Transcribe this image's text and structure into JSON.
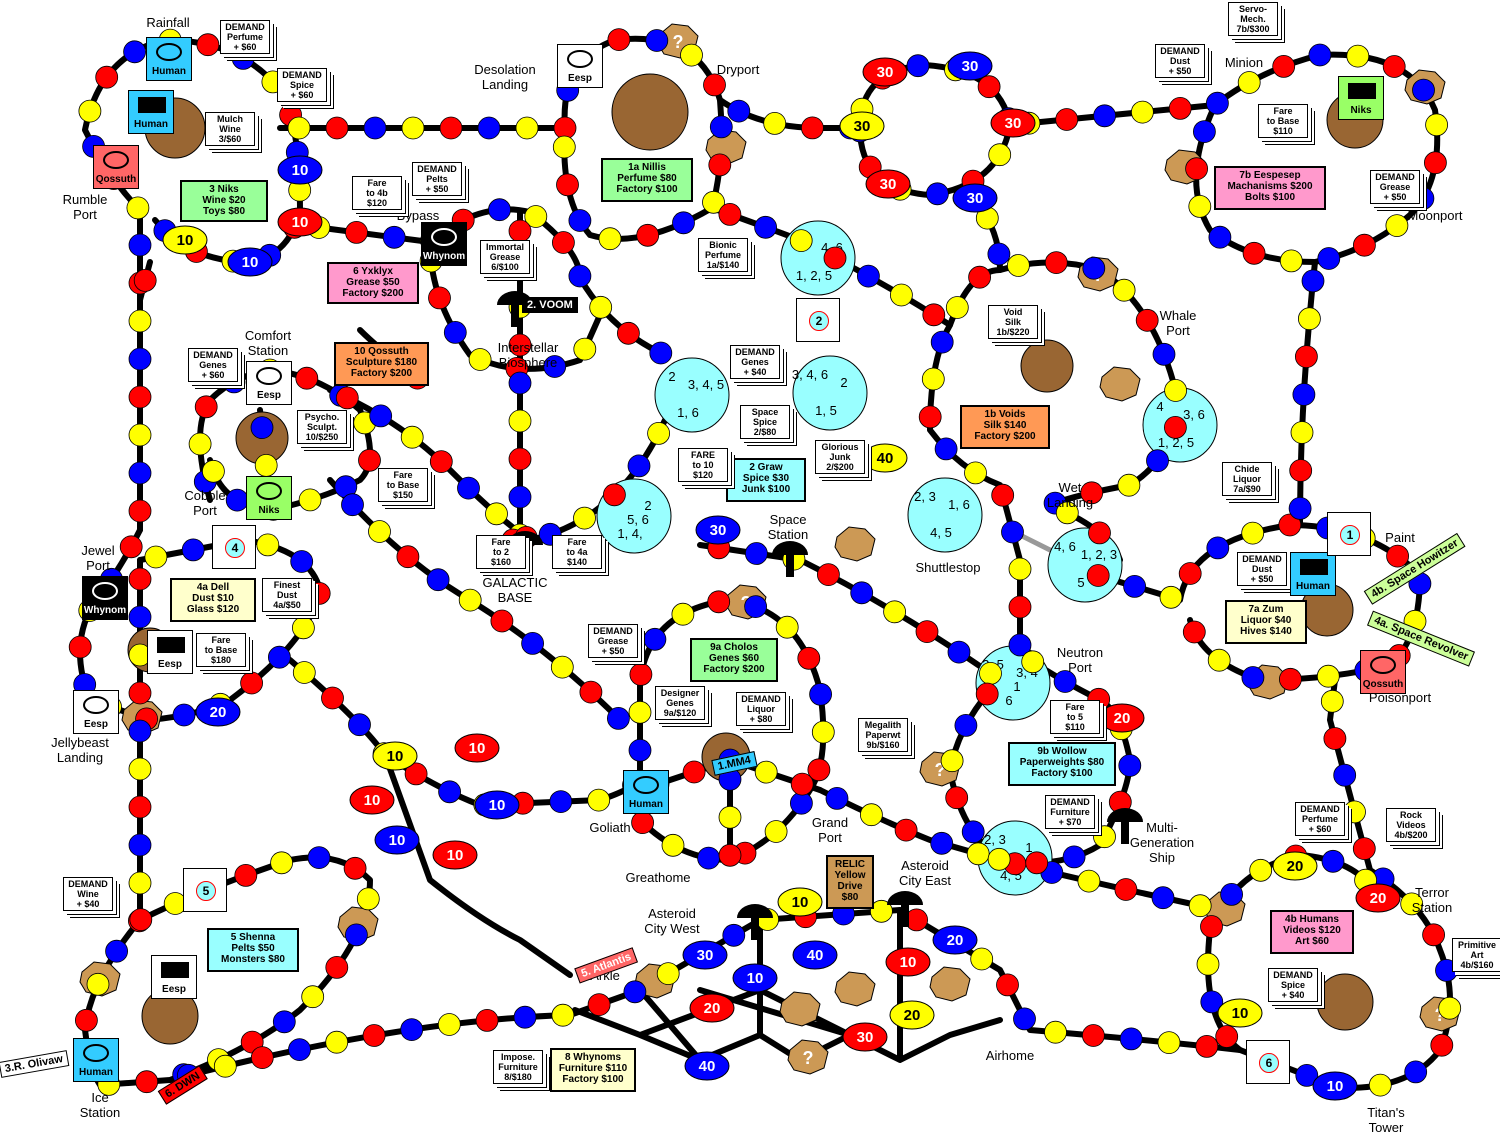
{
  "places": [
    {
      "text": "Rainfall"
    },
    {
      "text": "Rumble\nPort"
    },
    {
      "text": "Desolation\nLanding"
    },
    {
      "text": "Dryport"
    },
    {
      "text": "Minion"
    },
    {
      "text": "Moonport"
    },
    {
      "text": "Bypass"
    },
    {
      "text": "Comfort\nStation"
    },
    {
      "text": "Cobble\nPort"
    },
    {
      "text": "Interstellar\nBiosphere"
    },
    {
      "text": "GALACTIC\nBASE"
    },
    {
      "text": "Space\nStation"
    },
    {
      "text": "Shuttlestop"
    },
    {
      "text": "Whale\nPort"
    },
    {
      "text": "Wet\nLanding"
    },
    {
      "text": "Jewel\nPort"
    },
    {
      "text": "Jellybeast\nLanding"
    },
    {
      "text": "Neutron\nPort"
    },
    {
      "text": "Multi-\nGeneration\nShip"
    },
    {
      "text": "Goliath"
    },
    {
      "text": "Grand\nPort"
    },
    {
      "text": "Greathome"
    },
    {
      "text": "Asteroid\nCity  West"
    },
    {
      "text": "Asteroid\nCity   East"
    },
    {
      "text": "Airhome"
    },
    {
      "text": "Ice\nStation"
    },
    {
      "text": "Titan's\nTower"
    },
    {
      "text": "Terror\nStation"
    },
    {
      "text": "Poisonport"
    },
    {
      "text": "Paint"
    },
    {
      "text": "Arkle"
    }
  ],
  "cards": [
    {
      "text": "3  Niks\nWine $20\nToys $80",
      "color": "#99ff99"
    },
    {
      "text": "6   Yxklyx\nGrease   $50\nFactory   $200",
      "color": "#ff99cc"
    },
    {
      "text": "10   Qossuth\nSculpture  $180\nFactory   $200",
      "color": "#ff9955"
    },
    {
      "text": "1a    Nillis\nPerfume  $80\nFactory   $100",
      "color": "#99ff99"
    },
    {
      "text": "7b  Eespesep\nMachanisms  $200\nBolts  $100",
      "color": "#ff99cc"
    },
    {
      "text": "1b    Voids\nSilk  $140\nFactory   $200",
      "color": "#ff9955"
    },
    {
      "text": "2    Graw\nSpice   $30\nJunk  $100",
      "color": "#99ffff"
    },
    {
      "text": "4a    Dell\nDust   $10\nGlass  $120",
      "color": "#ffffcc"
    },
    {
      "text": "9a   Cholos\nGenes  $60\nFactory  $200",
      "color": "#99ff99"
    },
    {
      "text": "7a    Zum\nLiquor  $40\nHives  $140",
      "color": "#ffffcc"
    },
    {
      "text": "9b  Wollow\nPaperweights  $80\nFactory $100",
      "color": "#99ffff"
    },
    {
      "text": "5 Shenna\nPelts  $50\nMonsters $80",
      "color": "#99ffff"
    },
    {
      "text": "4b   Humans\nVideos  $120\nArt   $60",
      "color": "#ff99cc"
    },
    {
      "text": "8   Whynoms\nFurniture  $110\nFactory   $100",
      "color": "#ffffcc"
    },
    {
      "text": "RELIC\nYellow\nDrive\n$80",
      "color": "#cc9955"
    }
  ],
  "notes": [
    {
      "text": "DEMAND\nPerfume\n+  $60"
    },
    {
      "text": "DEMAND\nSpice\n+  $60"
    },
    {
      "text": "Mulch\nWine\n3/$60"
    },
    {
      "text": "Fare\nto 4b\n$120"
    },
    {
      "text": "DEMAND\nPelts\n+  $50"
    },
    {
      "text": "Immortal\nGrease\n6/$100"
    },
    {
      "text": "Servo-\nMech.\n7b/$300"
    },
    {
      "text": "DEMAND\nDust\n+  $50"
    },
    {
      "text": "Fare\nto Base\n$110"
    },
    {
      "text": "DEMAND\nGrease\n+  $50"
    },
    {
      "text": "Bionic\nPerfume\n1a/$140"
    },
    {
      "text": "DEMAND\nGenes\n+  $60"
    },
    {
      "text": "Psycho.\nSculpt.\n10/$250"
    },
    {
      "text": "Fare\nto  Base\n$150"
    },
    {
      "text": "DEMAND\nGenes\n+  $40"
    },
    {
      "text": "Space\nSpice\n2/$80"
    },
    {
      "text": "FARE\nto 10\n$120"
    },
    {
      "text": "Glorious\nJunk\n2/$200"
    },
    {
      "text": "Void\nSilk\n1b/$220"
    },
    {
      "text": "Chide\nLiquor\n7a/$90"
    },
    {
      "text": "DEMAND\nDust\n+  $50"
    },
    {
      "text": "Fare\nto 2\n$160"
    },
    {
      "text": "Fare\nto 4a\n$140"
    },
    {
      "text": "Finest\nDust\n4a/$50"
    },
    {
      "text": "Fare\nto  Base\n$180"
    },
    {
      "text": "DEMAND\nGrease\n+  $50"
    },
    {
      "text": "Designer\nGenes\n9a/$120"
    },
    {
      "text": "DEMAND\nLiquor\n+  $80"
    },
    {
      "text": "Megalith\nPaperwt\n9b/$160"
    },
    {
      "text": "Fare\nto  5\n$110"
    },
    {
      "text": "DEMAND\nFurniture\n+  $70"
    },
    {
      "text": "DEMAND\nWine\n+  $40"
    },
    {
      "text": "DEMAND\nPerfume\n+  $60"
    },
    {
      "text": "Rock\nVideos\n4b/$200"
    },
    {
      "text": "Primitive\nArt\n4b/$160"
    },
    {
      "text": "DEMAND\nSpice\n+  $40"
    },
    {
      "text": "Impose.\nFurniture\n8/$180"
    }
  ],
  "num_spaces": [
    {
      "text": "10",
      "color": "blue"
    },
    {
      "text": "10",
      "color": "red"
    },
    {
      "text": "10",
      "color": "yellow"
    },
    {
      "text": "10",
      "color": "blue"
    },
    {
      "text": "30",
      "color": "red"
    },
    {
      "text": "30",
      "color": "blue"
    },
    {
      "text": "30",
      "color": "yellow"
    },
    {
      "text": "30",
      "color": "red"
    },
    {
      "text": "30",
      "color": "red"
    },
    {
      "text": "30",
      "color": "blue"
    },
    {
      "text": "40",
      "color": "yellow"
    },
    {
      "text": "30",
      "color": "blue"
    },
    {
      "text": "20",
      "color": "blue"
    },
    {
      "text": "10",
      "color": "yellow"
    },
    {
      "text": "10",
      "color": "red"
    },
    {
      "text": "10",
      "color": "red"
    },
    {
      "text": "10",
      "color": "blue"
    },
    {
      "text": "10",
      "color": "blue"
    },
    {
      "text": "10",
      "color": "red"
    },
    {
      "text": "20",
      "color": "red"
    },
    {
      "text": "20",
      "color": "yellow"
    },
    {
      "text": "20",
      "color": "red"
    },
    {
      "text": "10",
      "color": "yellow"
    },
    {
      "text": "10",
      "color": "blue"
    },
    {
      "text": "10",
      "color": "yellow"
    },
    {
      "text": "30",
      "color": "blue"
    },
    {
      "text": "40",
      "color": "blue"
    },
    {
      "text": "10",
      "color": "blue"
    },
    {
      "text": "20",
      "color": "blue"
    },
    {
      "text": "10",
      "color": "red"
    },
    {
      "text": "20",
      "color": "red"
    },
    {
      "text": "20",
      "color": "yellow"
    },
    {
      "text": "30",
      "color": "red"
    },
    {
      "text": "40",
      "color": "blue"
    }
  ],
  "circles": [
    {
      "labels": [
        "3",
        "4, 6",
        "1, 2, 5"
      ]
    },
    {
      "labels": [
        "2",
        "3, 4, 5",
        "1, 6"
      ]
    },
    {
      "labels": [
        "3, 4, 6",
        "2",
        "1, 5"
      ]
    },
    {
      "labels": [
        "3",
        "2",
        "1, 4,",
        "5, 6"
      ]
    },
    {
      "labels": [
        "2, 3",
        "1, 6",
        "4, 5"
      ]
    },
    {
      "labels": [
        "4",
        "3, 6",
        "1, 2, 5"
      ]
    },
    {
      "labels": [
        "4, 6",
        "1, 2, 3",
        "5"
      ]
    },
    {
      "labels": [
        "2, 5",
        "3, 4",
        "6",
        "1"
      ]
    },
    {
      "labels": [
        "2, 3",
        "1",
        "4, 5",
        "6"
      ]
    }
  ],
  "tiles": [
    {
      "text": "Human",
      "color": "#33ccff",
      "kind": "oval"
    },
    {
      "text": "Human",
      "color": "#33ccff",
      "kind": "factory"
    },
    {
      "text": "Qossuth",
      "color": "#ff6666",
      "kind": "oval"
    },
    {
      "text": "Whynom",
      "color": "#000000",
      "kind": "oval"
    },
    {
      "text": "Eesp",
      "color": "#ffffff",
      "kind": "oval"
    },
    {
      "text": "Niks",
      "color": "#99ff66",
      "kind": "factory"
    },
    {
      "text": "Eesp",
      "color": "#ffffff",
      "kind": "oval"
    },
    {
      "text": "Niks",
      "color": "#99ff66",
      "kind": "oval"
    },
    {
      "text": "Whynom",
      "color": "#000000",
      "kind": "oval"
    },
    {
      "text": "Eesp",
      "color": "#ffffff",
      "kind": "factory"
    },
    {
      "text": "Eesp",
      "color": "#ffffff",
      "kind": "oval"
    },
    {
      "text": "Human",
      "color": "#33ccff",
      "kind": "factory"
    },
    {
      "text": "Qossuth",
      "color": "#ff6666",
      "kind": "oval"
    },
    {
      "text": "Human",
      "color": "#33ccff",
      "kind": "oval"
    },
    {
      "text": "Eesp",
      "color": "#ffffff",
      "kind": "factory"
    },
    {
      "text": "Human",
      "color": "#33ccff",
      "kind": "oval"
    }
  ],
  "tags": [
    {
      "text": "2. VOOM",
      "color": "#000000",
      "textcolor": "#ffffff"
    },
    {
      "text": "1.MM4",
      "color": "#33ccff",
      "textcolor": "#000000"
    },
    {
      "text": "5. Atlantis",
      "color": "#ff6666",
      "textcolor": "#ffffff"
    },
    {
      "text": "3.R. Olivaw",
      "color": "#ffffff",
      "textcolor": "#000000"
    },
    {
      "text": "6. DWN",
      "color": "#ff0000",
      "textcolor": "#000000"
    },
    {
      "text": "4b. Space Howitzer",
      "color": "#ccff99",
      "textcolor": "#000000"
    },
    {
      "text": "4a. Space Revolver",
      "color": "#ccff99",
      "textcolor": "#000000"
    }
  ],
  "event_cards": [
    {
      "text": "2"
    },
    {
      "text": "4"
    },
    {
      "text": "1"
    },
    {
      "text": "5"
    },
    {
      "text": "6"
    }
  ],
  "question_mark": "?",
  "colors": {
    "red": "#ff0000",
    "blue": "#0000ff",
    "yellow": "#ffff00",
    "planet": "#996633",
    "asteroid": "#cc9955",
    "circle": "#99ffff"
  }
}
